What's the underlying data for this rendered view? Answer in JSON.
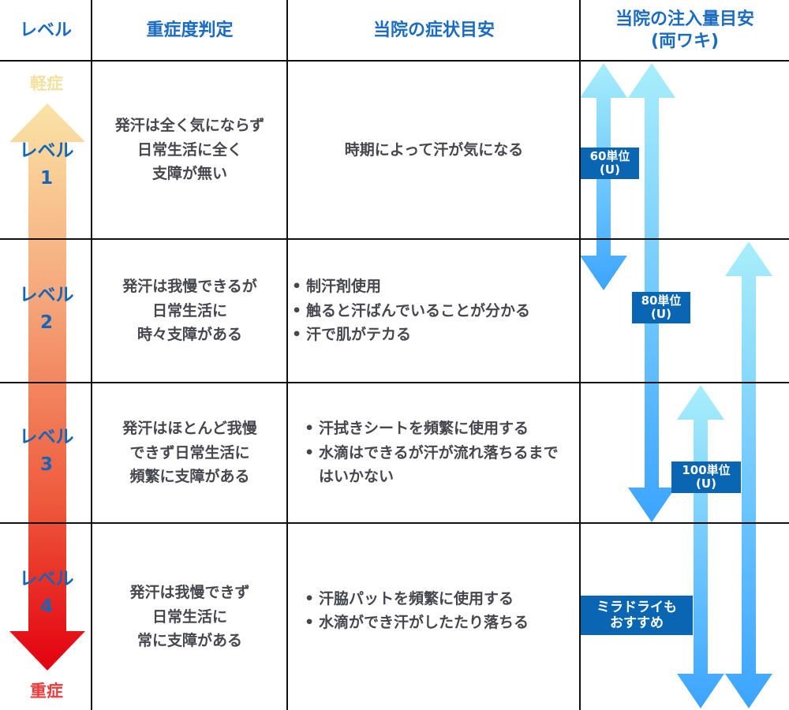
{
  "header": {
    "col_level": "レベル",
    "col_severity": "重症度判定",
    "col_symptoms": "当院の症状目安",
    "col_dose_line1": "当院の注入量目安",
    "col_dose_line2": "(両ワキ)"
  },
  "scale": {
    "top_label": "軽症",
    "bottom_label": "重症",
    "top_color": "#f5e39a",
    "bottom_color": "#e60012"
  },
  "rows": [
    {
      "level_word": "レベル",
      "level_num": "1",
      "severity": [
        "発汗は全く気にならず",
        "日常生活に全く",
        "支障が無い"
      ],
      "symptoms_plain": "時期によって汗が気になる",
      "symptoms": []
    },
    {
      "level_word": "レベル",
      "level_num": "2",
      "severity": [
        "発汗は我慢できるが",
        "日常生活に",
        "時々支障がある"
      ],
      "symptoms": [
        "制汗剤使用",
        "触ると汗ばんでいることが分かる",
        "汗で肌がテカる"
      ]
    },
    {
      "level_word": "レベル",
      "level_num": "3",
      "severity": [
        "発汗はほとんど我慢",
        "できず日常生活に",
        "頻繁に支障がある"
      ],
      "symptoms": [
        "汗拭きシートを頻繁に使用する",
        "水滴はできるが汗が流れ落ちるまではいかない"
      ]
    },
    {
      "level_word": "レベル",
      "level_num": "4",
      "severity": [
        "発汗は我慢できず",
        "日常生活に",
        "常に支障がある"
      ],
      "symptoms": [
        "汗脇パットを頻繁に使用する",
        "水滴ができ汗がしたたり落ちる"
      ]
    }
  ],
  "doses": [
    {
      "label_line1": "60単位",
      "label_line2": "(U)",
      "from_level": 1,
      "to_level": 2
    },
    {
      "label_line1": "80単位",
      "label_line2": "(U)",
      "from_level": 1,
      "to_level": 3
    },
    {
      "label_line1": "100単位",
      "label_line2": "(U)",
      "from_level": 3,
      "to_level": 4
    },
    {
      "label_line1": "",
      "label_line2": "",
      "from_level": 2,
      "to_level": 4
    }
  ],
  "miradry_note": {
    "line1": "ミラドライも",
    "line2": "おすすめ"
  },
  "colors": {
    "header_text": "#1a6bc4",
    "body_text": "#46464f",
    "badge_bg": "#0a66b2",
    "arrow_light": "#a6ecfb",
    "arrow_dark": "#3ea6ff"
  }
}
